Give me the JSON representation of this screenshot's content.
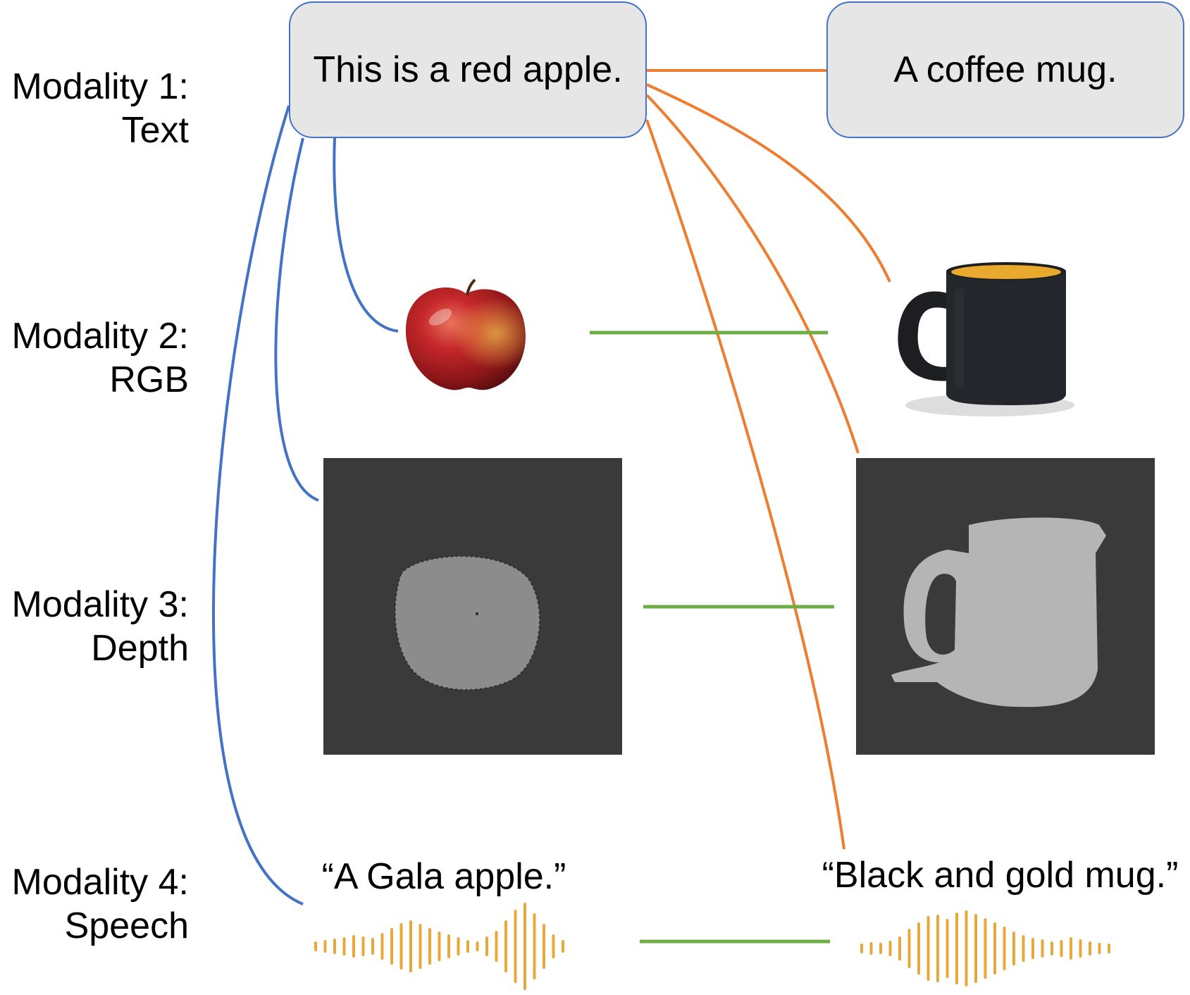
{
  "modalities": [
    {
      "line1": "Modality 1:",
      "line2": "Text"
    },
    {
      "line1": "Modality 2:",
      "line2": "RGB"
    },
    {
      "line1": "Modality 3:",
      "line2": "Depth"
    },
    {
      "line1": "Modality 4:",
      "line2": "Speech"
    }
  ],
  "captions": {
    "apple": "This is a red apple.",
    "mug": "A coffee mug."
  },
  "speech": {
    "apple": "“A Gala apple.”",
    "mug": "“Black and gold mug.”"
  },
  "colors": {
    "blue_links": "#4472c4",
    "orange_links": "#ed7d31",
    "green_links": "#70ad47",
    "waveform": "#e8a93a",
    "box_fill": "#e6e6e6",
    "depth_bg": "#3a3a3a",
    "depth_object": "#8c8c8c"
  }
}
